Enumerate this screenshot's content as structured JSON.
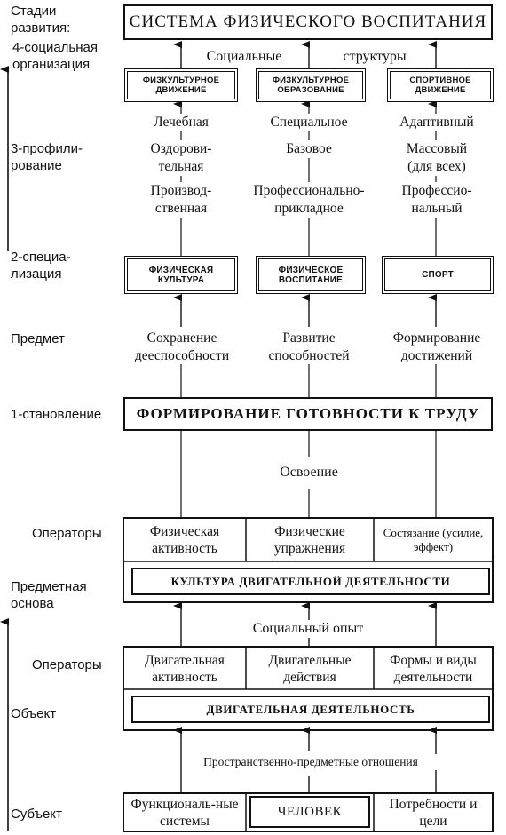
{
  "stages": {
    "header": "Стадии развития:",
    "s4": "4-социальная организация",
    "s3": "3-профили-рование",
    "s2": "2-специа-лизация",
    "subject_label": "Предмет",
    "s1": "1-становление",
    "operators1": "Операторы",
    "subject_basis": "Предметная основа",
    "operators2": "Операторы",
    "object": "Объект",
    "subject": "Субъект"
  },
  "top_box": "СИСТЕМА ФИЗИЧЕСКОГО ВОСПИТАНИЯ",
  "social_structures": [
    "Социальные",
    "структуры"
  ],
  "movements": {
    "left": "ФИЗКУЛЬТУРНОЕ ДВИЖЕНИЕ",
    "center": "ФИЗКУЛЬТУРНОЕ ОБРАЗОВАНИЕ",
    "right": "СПОРТИВНОЕ ДВИЖЕНИЕ"
  },
  "profiles": {
    "left": [
      "Лечебная",
      "Оздорови-тельная",
      "Производ-ственная"
    ],
    "center": [
      "Специальное",
      "Базовое",
      "Профессионально-прикладное"
    ],
    "right": [
      "Адаптивный",
      "Массовый (для всех)",
      "Профессио-нальный"
    ]
  },
  "specialization": {
    "left": "ФИЗИЧЕСКАЯ КУЛЬТУРА",
    "center": "ФИЗИЧЕСКОЕ ВОСПИТАНИЕ",
    "right": "СПОРТ"
  },
  "subjects": {
    "left": "Сохранение дееспособности",
    "center": "Развитие способностей",
    "right": "Формирование достижений"
  },
  "formation_box": "ФОРМИРОВАНИЕ ГОТОВНОСТИ К ТРУДУ",
  "mastering": "Освоение",
  "operators_upper": {
    "left": "Физическая активность",
    "center": "Физические упражнения",
    "right": "Состязание (усилие, эффект)"
  },
  "culture_box": "КУЛЬТУРА ДВИГАТЕЛЬНОЙ ДЕЯТЕЛЬНОСТИ",
  "social_experience": "Социальный опыт",
  "operators_lower": {
    "left": "Двигательная активность",
    "center": "Двигательные действия",
    "right": "Формы и виды деятельности"
  },
  "activity_box": "ДВИГАТЕЛЬНАЯ ДЕЯТЕЛЬНОСТЬ",
  "spatial_relations": "Пространственно-предметные отношения",
  "bottom": {
    "left": "Функциональ-ные системы",
    "center": "ЧЕЛОВЕК",
    "right": "Потребности и цели"
  }
}
